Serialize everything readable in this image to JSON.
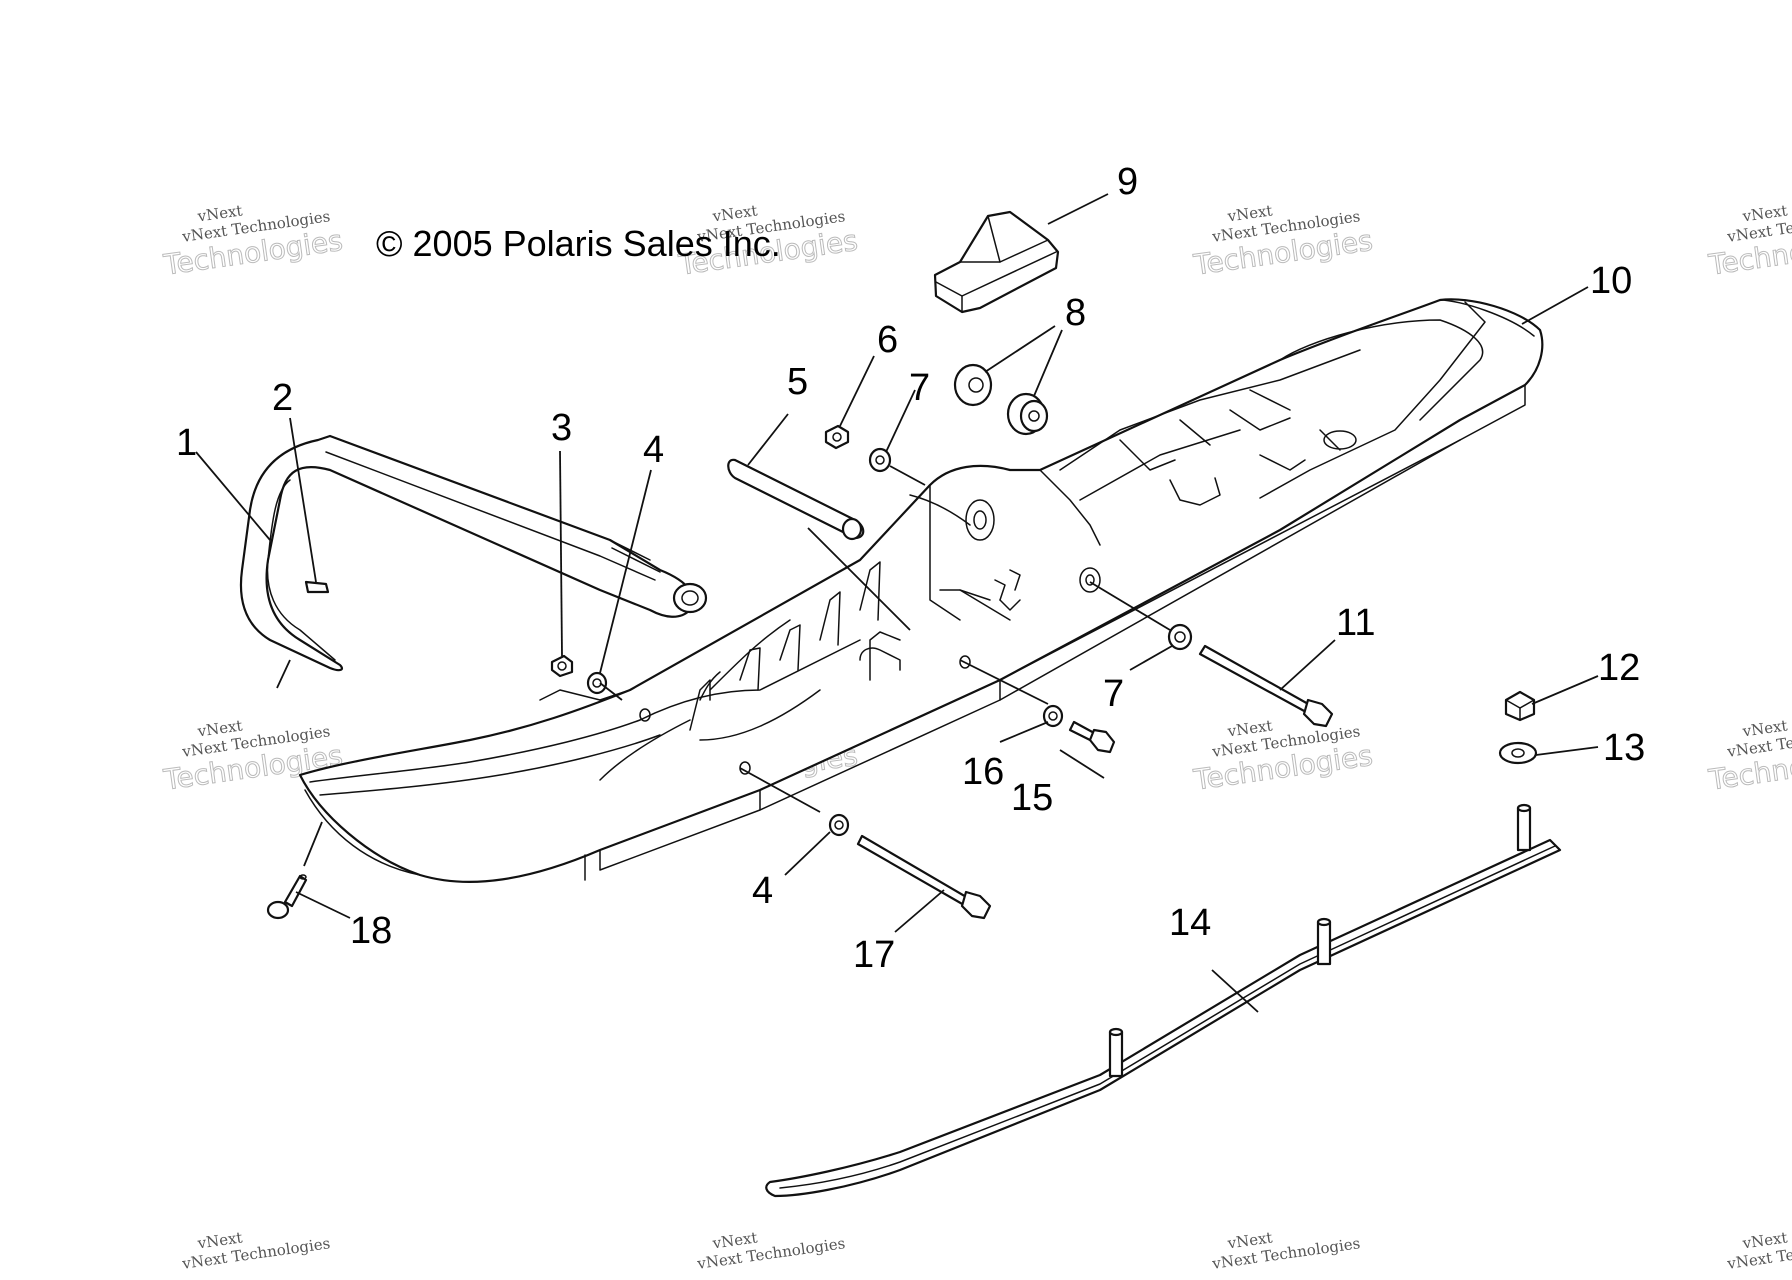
{
  "copyright": "© 2005 Polaris Sales Inc.",
  "watermark": {
    "line1": "vNext",
    "line2": "vNext Technologies",
    "line3": "Technologies"
  },
  "callouts": [
    {
      "id": "c1",
      "label": "1"
    },
    {
      "id": "c2",
      "label": "2"
    },
    {
      "id": "c3",
      "label": "3"
    },
    {
      "id": "c4a",
      "label": "4"
    },
    {
      "id": "c4b",
      "label": "4"
    },
    {
      "id": "c5",
      "label": "5"
    },
    {
      "id": "c6",
      "label": "6"
    },
    {
      "id": "c7a",
      "label": "7"
    },
    {
      "id": "c7b",
      "label": "7"
    },
    {
      "id": "c8",
      "label": "8"
    },
    {
      "id": "c9",
      "label": "9"
    },
    {
      "id": "c10",
      "label": "10"
    },
    {
      "id": "c11",
      "label": "11"
    },
    {
      "id": "c12",
      "label": "12"
    },
    {
      "id": "c13",
      "label": "13"
    },
    {
      "id": "c14",
      "label": "14"
    },
    {
      "id": "c15",
      "label": "15"
    },
    {
      "id": "c16",
      "label": "16"
    },
    {
      "id": "c17",
      "label": "17"
    },
    {
      "id": "c18",
      "label": "18"
    }
  ]
}
